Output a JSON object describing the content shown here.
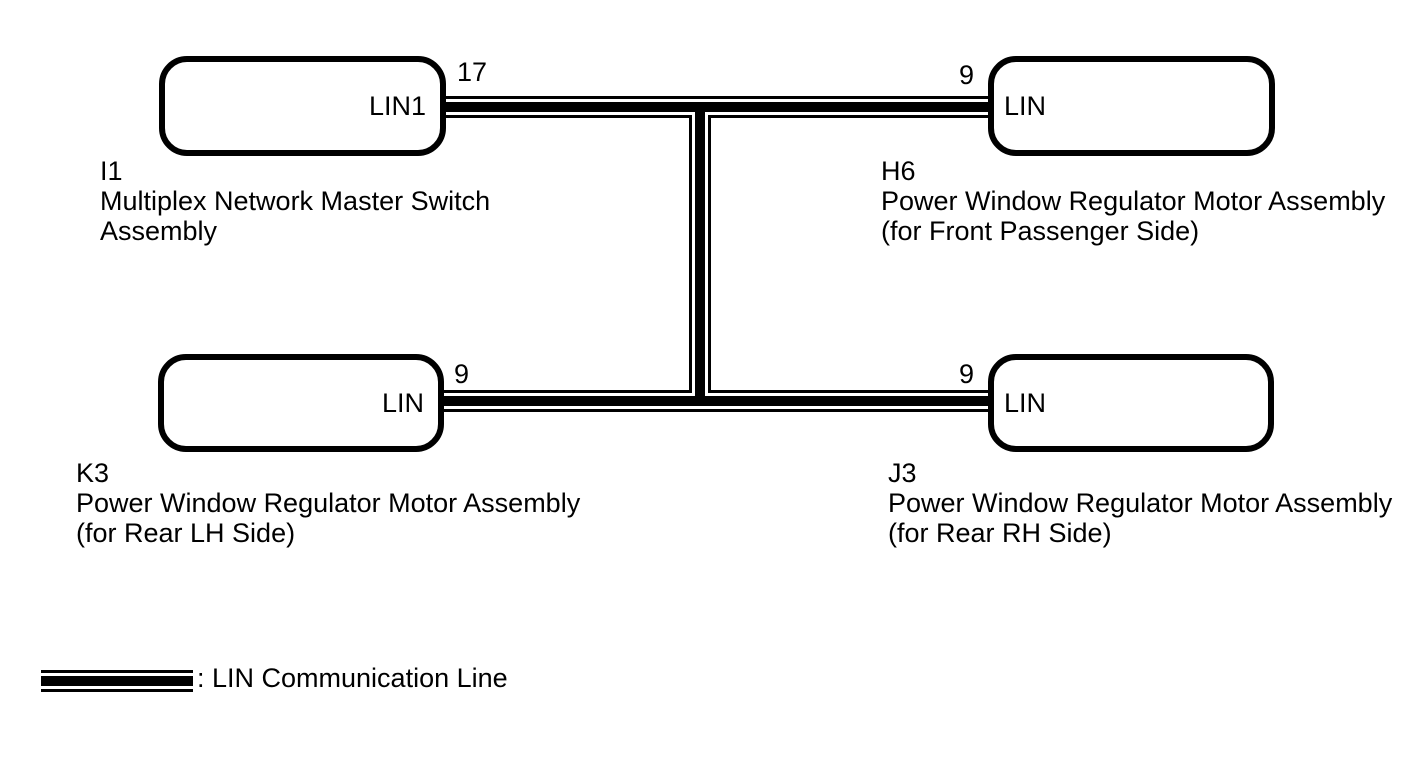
{
  "colors": {
    "line": "#000000",
    "text": "#000000",
    "background": "#ffffff"
  },
  "nodes": [
    {
      "code": "I1",
      "pin": "17",
      "port": "LIN1",
      "name_line1": "Multiplex Network Master Switch",
      "name_line2": "Assembly"
    },
    {
      "code": "H6",
      "pin": "9",
      "port": "LIN",
      "name_line1": "Power Window Regulator Motor Assembly",
      "name_line2": "(for Front Passenger Side)"
    },
    {
      "code": "K3",
      "pin": "9",
      "port": "LIN",
      "name_line1": "Power Window Regulator Motor Assembly",
      "name_line2": "(for Rear LH Side)"
    },
    {
      "code": "J3",
      "pin": "9",
      "port": "LIN",
      "name_line1": "Power Window Regulator Motor Assembly",
      "name_line2": "(for Rear RH Side)"
    }
  ],
  "legend": {
    "label": ": LIN Communication Line"
  }
}
